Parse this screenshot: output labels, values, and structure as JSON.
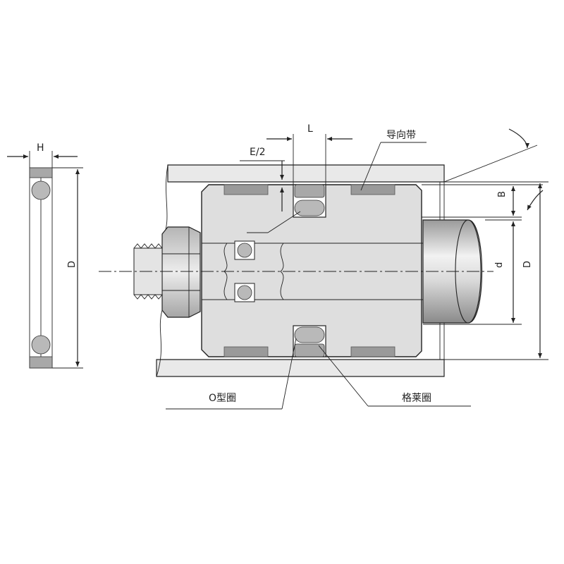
{
  "labels": {
    "H": "H",
    "D_left": "D",
    "L": "L",
    "E2": "E/2",
    "B": "B",
    "d": "d",
    "D_right": "D",
    "guide_band": "导向带",
    "o_ring": "O型圈",
    "glyd_ring": "格莱圈"
  },
  "colors": {
    "line": "#222222",
    "body": "#dedede",
    "seal": "#a8a8a8",
    "guide": "#9a9a9a"
  }
}
